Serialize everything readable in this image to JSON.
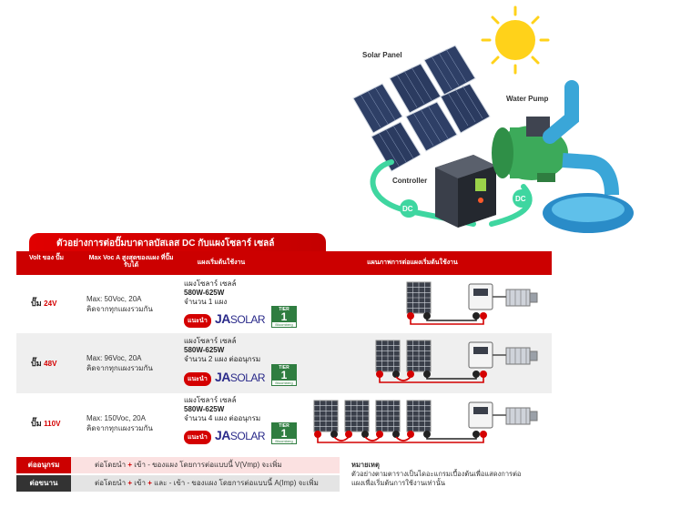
{
  "illustration": {
    "solar_label": "Solar Panel",
    "pump_label": "Water Pump",
    "controller_label": "Controller",
    "dc_left": "DC",
    "dc_right": "DC",
    "colors": {
      "flow": "#3fd6a0",
      "pump": "#3caa5a",
      "pipe": "#3aa6d8",
      "sun": "#ffd21a"
    }
  },
  "title": "ตัวอย่างการต่อปั๊มบาดาลบัสเลส DC กับแผงโซลาร์ เซลล์",
  "headers": {
    "volt": "Volt ของ ปั๊ม",
    "voc": "Max Voc A สูงสุดของแผง ที่ปั๊มรับได้",
    "panel": "แผงเริ่มต้นใช้งาน",
    "plan": "แผนภาพการต่อแผงเริ่มต้นใช้งาน"
  },
  "rows": [
    {
      "pump_prefix": "ปั๊ม",
      "pump_volt": "24V",
      "spec1": "Max: 50Voc, 20A",
      "spec2": "คิดจากทุกแผงรวมกัน",
      "panel_name": "แผงโซลาร์ เซลล์",
      "panel_watt": "580W-625W",
      "panel_count": "จำนวน 1 แผง",
      "recommend": "แนะนำ",
      "brand_ja": "JA",
      "brand_solar": "SOLAR",
      "tier_top": "TIER",
      "tier_num": "1",
      "tier_sub": "Bloomberg",
      "panels_in_diagram": 1
    },
    {
      "pump_prefix": "ปั๊ม",
      "pump_volt": "48V",
      "spec1": "Max: 96Voc, 20A",
      "spec2": "คิดจากทุกแผงรวมกัน",
      "panel_name": "แผงโซลาร์ เซลล์",
      "panel_watt": "580W-625W",
      "panel_count": "จำนวน 2 แผง ต่ออนุกรม",
      "recommend": "แนะนำ",
      "brand_ja": "JA",
      "brand_solar": "SOLAR",
      "tier_top": "TIER",
      "tier_num": "1",
      "tier_sub": "Bloomberg",
      "panels_in_diagram": 2
    },
    {
      "pump_prefix": "ปั๊ม",
      "pump_volt": "110V",
      "spec1": "Max: 150Voc, 20A",
      "spec2": "คิดจากทุกแผงรวมกัน",
      "panel_name": "แผงโซลาร์ เซลล์",
      "panel_watt": "580W-625W",
      "panel_count": "จำนวน 4 แผง ต่ออนุกรม",
      "recommend": "แนะนำ",
      "brand_ja": "JA",
      "brand_solar": "SOLAR",
      "tier_top": "TIER",
      "tier_num": "1",
      "tier_sub": "Bloomberg",
      "panels_in_diagram": 4
    }
  ],
  "legend": {
    "series_tag": "ต่ออนุกรม",
    "series_a": "ต่อโดยนำ",
    "series_b": "+",
    "series_c": "เข้า - ของแผง โดยการต่อแบบนี้ V(Vmp) จะเพิ่ม",
    "parallel_tag": "ต่อขนาน",
    "parallel_a": "ต่อโดยนำ",
    "parallel_b": "+",
    "parallel_c": "เข้า",
    "parallel_d": "+",
    "parallel_e": "และ - เข้า - ของแผง โดยการต่อแบบนี้ A(Imp) จะเพิ่ม"
  },
  "note": {
    "title": "หมายเหตุ",
    "line1": "ตัวอย่างตามตารางเป็นไดอะแกรมเบื้องต้นเพื่อแสดงการต่อ",
    "line2": "แผงเพื่อเริ่มต้นการใช้งานเท่านั้น"
  }
}
